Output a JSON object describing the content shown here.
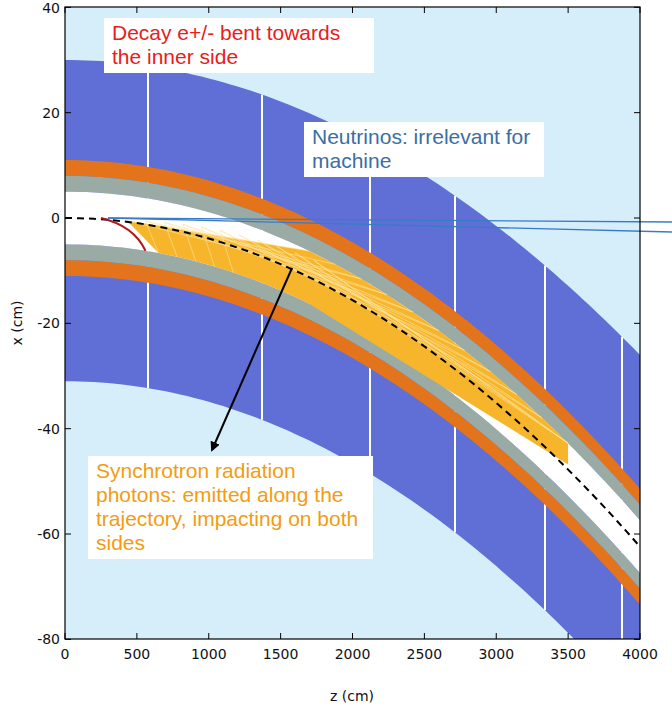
{
  "diagram": {
    "nodes": [
      {
        "text": [
          "Decay e+/- bent towards the inner side"
        ]
      },
      {
        "text": [
          "Neutrinos: irrelevant for machine"
        ]
      },
      {
        "text": [
          "Synchrotron radiation photons: emitted along the trajectory, impacting on both sides"
        ]
      }
    ],
    "labels": [
      "40",
      "20",
      "0",
      "-20",
      "-40",
      "-60",
      "-80",
      "0",
      "500",
      "1000",
      "1500",
      "2000",
      "2500",
      "3000",
      "3500",
      "4000",
      "x (cm)",
      "z (cm)"
    ]
  }
}
